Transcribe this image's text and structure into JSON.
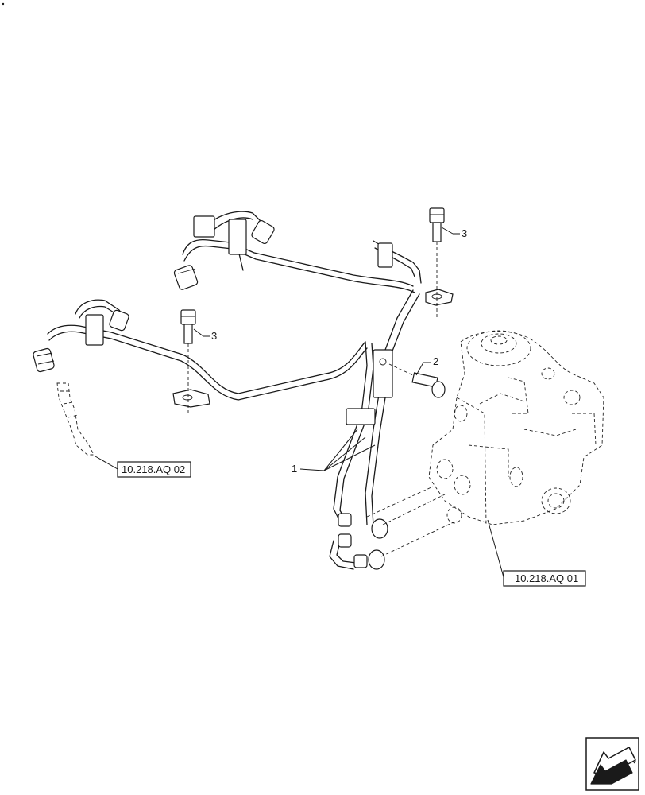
{
  "callouts": {
    "item1": "1",
    "item2": "2",
    "item3a": "3",
    "item3b": "3"
  },
  "references": {
    "injector_ref": "10.218.AQ 02",
    "pump_ref": "10.218.AQ 01"
  },
  "nav": {
    "icon": "previous-page-arrow-icon"
  }
}
